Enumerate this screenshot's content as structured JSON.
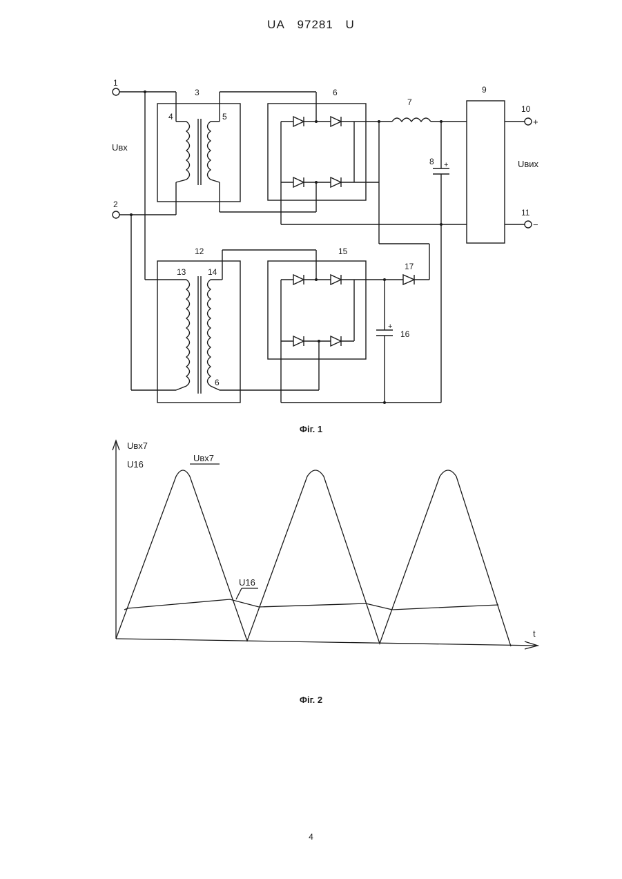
{
  "header": {
    "country": "UA",
    "number": "97281",
    "kind": "U"
  },
  "figure1": {
    "caption": "Фіг. 1",
    "refs": {
      "t1": "1",
      "t2": "2",
      "tr3": "3",
      "w4": "4",
      "w5": "5",
      "br6": "6",
      "ind7": "7",
      "cap8": "8",
      "stab9": "9",
      "out10": "10",
      "out11": "11",
      "tr12": "12",
      "w13": "13",
      "w14": "14",
      "br15": "15",
      "cap16": "16",
      "d17": "17",
      "w6": "6"
    },
    "labels": {
      "u_in": "Uвх",
      "u_out": "Uвих",
      "plus": "+",
      "minus": "−",
      "cap_plus": "+"
    }
  },
  "figure2": {
    "caption": "Фіг. 2",
    "axis": {
      "y_line1": "Uвх7",
      "y_line2": "U16",
      "x": "t"
    },
    "curve_labels": {
      "ubx7": "Uвх7",
      "u16": "U16"
    }
  },
  "page_number": "4"
}
